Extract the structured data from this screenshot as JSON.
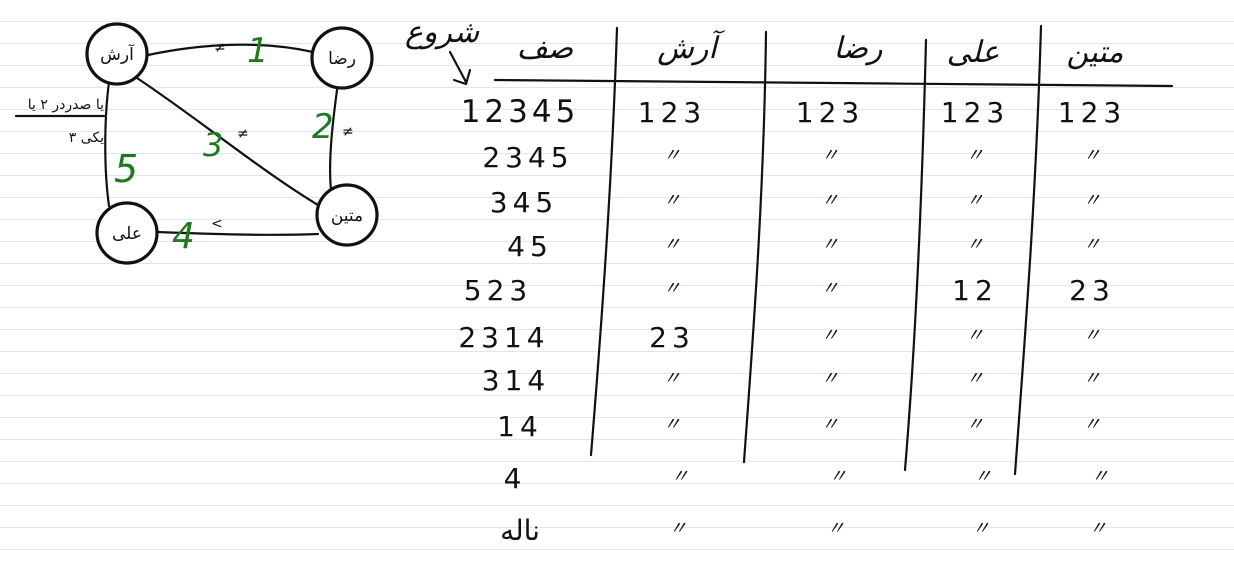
{
  "graph": {
    "nodes": {
      "arash": "آرش",
      "reza": "رضا",
      "ali": "علی",
      "matin": "متین"
    },
    "edges": {
      "arash_reza": {
        "weight": "1",
        "mark": "≠"
      },
      "reza_matin": {
        "weight": "2",
        "mark": "≠"
      },
      "arash_matin": {
        "weight": "3",
        "mark": "≠"
      },
      "ali_matin": {
        "weight": "4",
        "mark": "<"
      },
      "arash_ali": {
        "weight": "5"
      }
    },
    "side_note": {
      "line1": "یا صدردر ۲ یا",
      "line2": "یکی ۳"
    }
  },
  "table": {
    "start_label": "شروع",
    "headers": {
      "queue": "صف",
      "arash": "آرش",
      "reza": "رضا",
      "ali": "علی",
      "matin": "متین"
    },
    "rows": [
      {
        "queue": "12345",
        "arash": "123",
        "reza": "123",
        "ali": "123",
        "matin": "123"
      },
      {
        "queue": "2345",
        "arash": "〃",
        "reza": "〃",
        "ali": "〃",
        "matin": "〃"
      },
      {
        "queue": "345",
        "arash": "〃",
        "reza": "〃",
        "ali": "〃",
        "matin": "〃"
      },
      {
        "queue": "45",
        "arash": "〃",
        "reza": "〃",
        "ali": "〃",
        "matin": "〃"
      },
      {
        "queue": "523",
        "arash": "〃",
        "reza": "〃",
        "ali": "12",
        "matin": "23"
      },
      {
        "queue": "2314",
        "arash": "23",
        "reza": "〃",
        "ali": "〃",
        "matin": "〃"
      },
      {
        "queue": "314",
        "arash": "〃",
        "reza": "〃",
        "ali": "〃",
        "matin": "〃"
      },
      {
        "queue": "14",
        "arash": "〃",
        "reza": "〃",
        "ali": "〃",
        "matin": "〃"
      },
      {
        "queue": "4",
        "arash": "〃",
        "reza": "〃",
        "ali": "〃",
        "matin": "〃"
      },
      {
        "queue": "ناله",
        "arash": "〃",
        "reza": "〃",
        "ali": "〃",
        "matin": "〃"
      }
    ]
  }
}
